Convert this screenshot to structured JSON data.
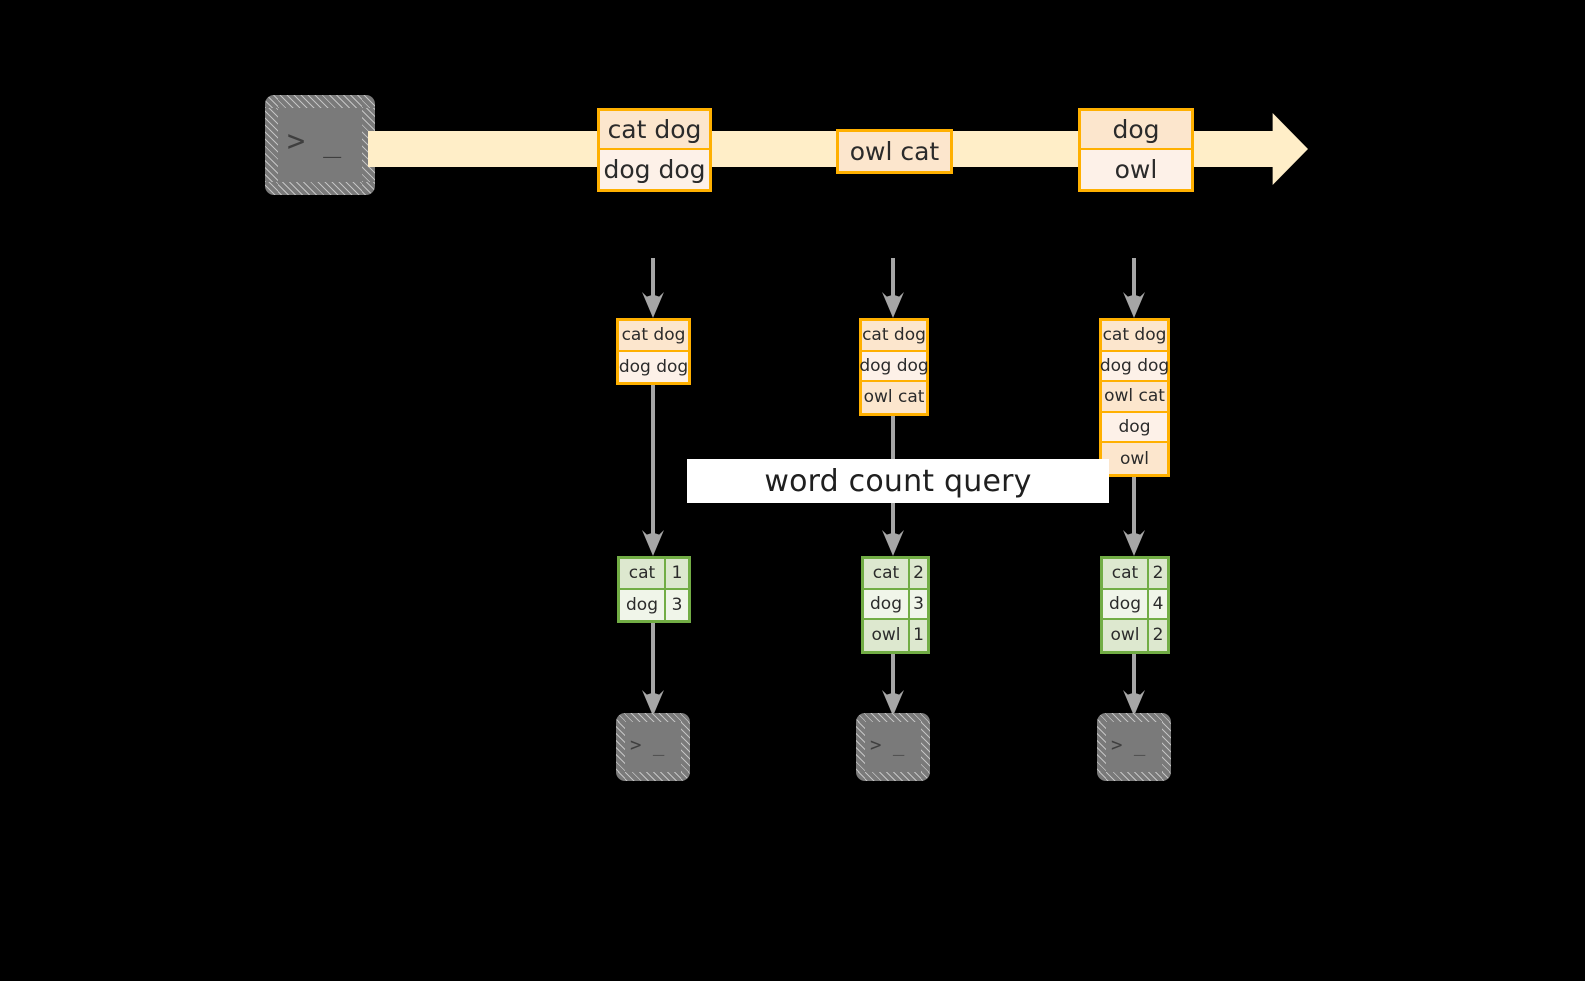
{
  "diagram": {
    "background_color": "#000000",
    "accent_orange": "#ffb000",
    "accent_green": "#72ad45",
    "stream_band_color": "#ffeec8",
    "connector_gray": "#a6a6a6",
    "query_band_color": "#ffffff"
  },
  "source": {
    "icon": "terminal-icon",
    "glyphs": "> _"
  },
  "stream": {
    "icon": "stream-arrow-icon",
    "batches": [
      {
        "id": "batch-1",
        "records": [
          "cat dog",
          "dog dog"
        ]
      },
      {
        "id": "batch-2",
        "records": [
          "owl cat"
        ]
      },
      {
        "id": "batch-3",
        "records": [
          "dog",
          "owl"
        ]
      }
    ]
  },
  "query": {
    "label": "word count query"
  },
  "columns": [
    {
      "id": "column-1",
      "input_records": [
        "cat dog",
        "dog dog"
      ],
      "result": {
        "rows": [
          {
            "word": "cat",
            "count": "1"
          },
          {
            "word": "dog",
            "count": "3"
          }
        ]
      },
      "sink": {
        "icon": "terminal-icon",
        "glyphs": "> _"
      }
    },
    {
      "id": "column-2",
      "input_records": [
        "cat dog",
        "dog dog",
        "owl cat"
      ],
      "result": {
        "rows": [
          {
            "word": "cat",
            "count": "2"
          },
          {
            "word": "dog",
            "count": "3"
          },
          {
            "word": "owl",
            "count": "1"
          }
        ]
      },
      "sink": {
        "icon": "terminal-icon",
        "glyphs": "> _"
      }
    },
    {
      "id": "column-3",
      "input_records": [
        "cat dog",
        "dog dog",
        "owl cat",
        "dog",
        "owl"
      ],
      "result": {
        "rows": [
          {
            "word": "cat",
            "count": "2"
          },
          {
            "word": "dog",
            "count": "4"
          },
          {
            "word": "owl",
            "count": "2"
          }
        ]
      },
      "sink": {
        "icon": "terminal-icon",
        "glyphs": "> _"
      }
    }
  ]
}
